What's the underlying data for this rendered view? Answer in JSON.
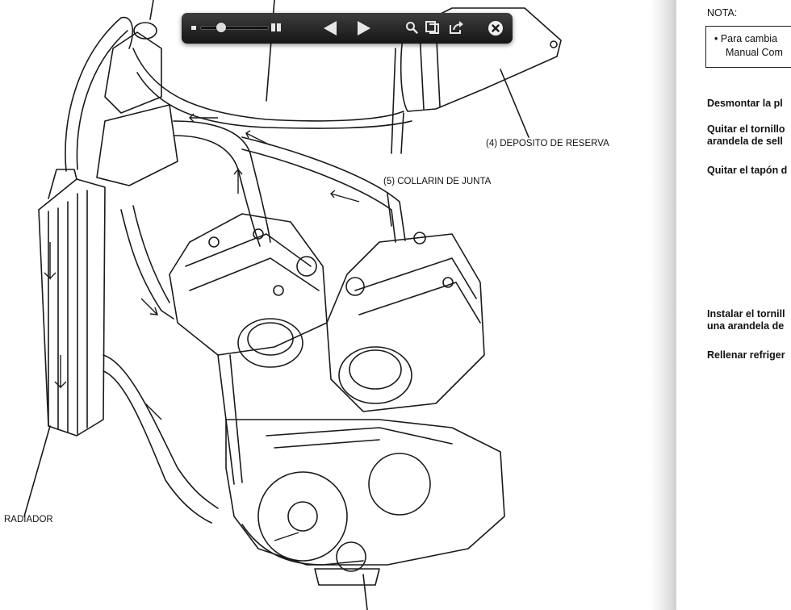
{
  "diagram": {
    "labels": {
      "reservoir": "(4) DEPOSITO DE RESERVA",
      "joint_collar": "(5) COLLARIN DE JUNTA",
      "radiator": "RADIADOR"
    }
  },
  "right_page": {
    "nota_title": "NOTA:",
    "nota_line1": "• Para cambia",
    "nota_line2": "Manual Com",
    "p1": "Desmontar la pl",
    "p2_line1": "Quitar el tornillo",
    "p2_line2": "arandela de sell",
    "p3": "Quitar el tapón d",
    "p4_line1": "Instalar el tornill",
    "p4_line2": "una arandela de",
    "p5": "Rellenar refriger"
  },
  "toolbar": {
    "zoom_value": 0.3,
    "icons": [
      "zoom-small-icon",
      "zoom-large-icon",
      "previous-page-icon",
      "next-page-icon",
      "search-icon",
      "bookmarks-icon",
      "share-icon",
      "close-icon"
    ]
  },
  "colors": {
    "toolbar_bg": "#2a2a2a",
    "ink": "#111111"
  }
}
